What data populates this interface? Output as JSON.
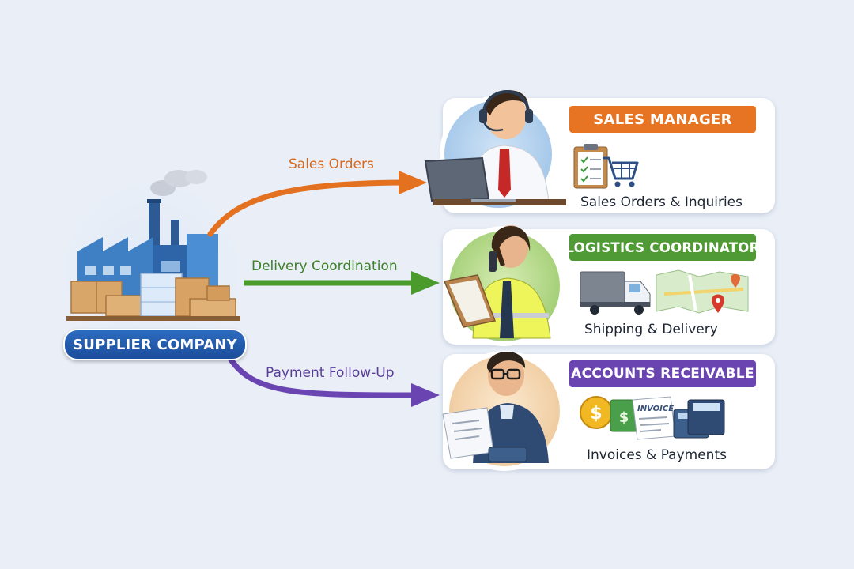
{
  "supplier": {
    "label": "SUPPLIER COMPANY"
  },
  "flows": [
    {
      "label": "Sales Orders",
      "color": "#e4711f"
    },
    {
      "label": "Delivery Coordination",
      "color": "#4a9a2c"
    },
    {
      "label": "Payment Follow-Up",
      "color": "#6a44b0"
    }
  ],
  "roles": [
    {
      "title": "SALES MANAGER",
      "caption": "Sales Orders & Inquiries",
      "color": "#e67422"
    },
    {
      "title": "LOGISTICS COORDINATOR",
      "caption": "Shipping & Delivery",
      "color": "#4f9a34"
    },
    {
      "title": "ACCOUNTS RECEIVABLE",
      "caption": "Invoices & Payments",
      "color": "#6a44b0",
      "document_label": "INVOICE"
    }
  ],
  "icons": {
    "supplier": "factory-icon",
    "sales": [
      "headset-person-icon",
      "laptop-icon",
      "clipboard-checklist-icon",
      "shopping-cart-icon"
    ],
    "logistics": [
      "radio-person-icon",
      "clipboard-icon",
      "delivery-truck-icon",
      "map-pin-icon"
    ],
    "receivable": [
      "glasses-person-icon",
      "calculator-icon",
      "dollar-coin-icon",
      "dollar-bill-icon",
      "invoice-document-icon"
    ]
  }
}
